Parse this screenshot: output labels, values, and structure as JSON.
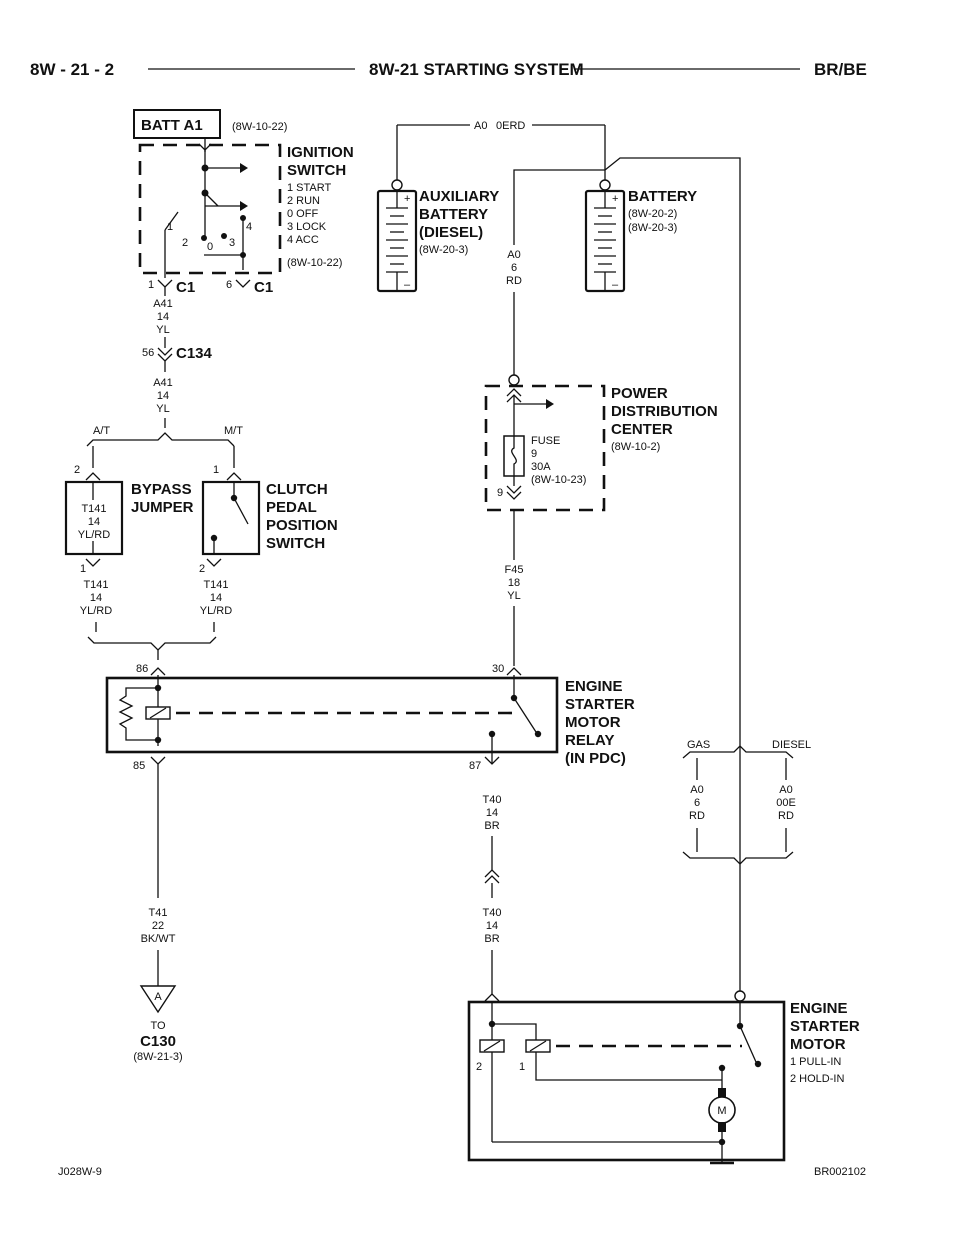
{
  "header": {
    "page_ref": "8W - 21 - 2",
    "title": "8W-21 STARTING SYSTEM",
    "model": "BR/BE"
  },
  "footer": {
    "left_code": "J028W-9",
    "right_code": "BR002102"
  },
  "batt_a1": {
    "label": "BATT A1",
    "ref": "(8W-10-22)"
  },
  "ignition_switch": {
    "title_lines": [
      "IGNITION",
      "SWITCH"
    ],
    "positions": [
      "1 START",
      "2 RUN",
      "0 OFF",
      "3 LOCK",
      "4 ACC"
    ],
    "ref": "(8W-10-22)",
    "pos_labels": [
      "1",
      "2",
      "0",
      "3",
      "4"
    ],
    "conn_left_pin": "1",
    "conn_left": "C1",
    "conn_right_pin": "6",
    "conn_right": "C1"
  },
  "wire_a41_upper": [
    "A41",
    "14",
    "YL"
  ],
  "c134": {
    "pin": "56",
    "name": "C134"
  },
  "wire_a41_lower": [
    "A41",
    "14",
    "YL"
  ],
  "split_at_mt": {
    "left": "A/T",
    "right": "M/T"
  },
  "bypass_jumper": {
    "title_lines": [
      "BYPASS",
      "JUMPER"
    ],
    "top_pin": "2",
    "bottom_pin": "1",
    "inner_wire": [
      "T141",
      "14",
      "YL/RD"
    ]
  },
  "clutch_switch": {
    "title_lines": [
      "CLUTCH",
      "PEDAL",
      "POSITION",
      "SWITCH"
    ],
    "top_pin": "1",
    "bottom_pin": "2"
  },
  "wire_t141_left": [
    "T141",
    "14",
    "YL/RD"
  ],
  "wire_t141_right": [
    "T141",
    "14",
    "YL/RD"
  ],
  "top_wire": [
    "A0",
    "0ERD"
  ],
  "aux_battery": {
    "title_lines": [
      "AUXILIARY",
      "BATTERY",
      "(DIESEL)"
    ],
    "ref": "(8W-20-3)",
    "plus": "+",
    "minus": "–"
  },
  "battery": {
    "title": "BATTERY",
    "refs": [
      "(8W-20-2)",
      "(8W-20-3)"
    ],
    "plus": "+",
    "minus": "–"
  },
  "wire_a0_6rd": [
    "A0",
    "6",
    "RD"
  ],
  "pdc": {
    "title_lines": [
      "POWER",
      "DISTRIBUTION",
      "CENTER"
    ],
    "ref": "(8W-10-2)",
    "fuse_lines": [
      "FUSE",
      "9",
      "30A",
      "(8W-10-23)"
    ],
    "fuse_pin": "9"
  },
  "wire_f45": [
    "F45",
    "18",
    "YL"
  ],
  "relay": {
    "title_lines": [
      "ENGINE",
      "STARTER",
      "MOTOR",
      "RELAY",
      "(IN PDC)"
    ],
    "pin_86": "86",
    "pin_30": "30",
    "pin_85": "85",
    "pin_87": "87"
  },
  "wire_t41": [
    "T41",
    "22",
    "BK/WT"
  ],
  "connector_a": {
    "letter": "A",
    "to": "TO",
    "name": "C130",
    "ref": "(8W-21-3)"
  },
  "wire_t40_upper": [
    "T40",
    "14",
    "BR"
  ],
  "wire_t40_lower": [
    "T40",
    "14",
    "BR"
  ],
  "gas_diesel": {
    "gas": "GAS",
    "diesel": "DIESEL"
  },
  "wire_gas": [
    "A0",
    "6",
    "RD"
  ],
  "wire_diesel": [
    "A0",
    "00E",
    "RD"
  ],
  "starter_motor": {
    "title_lines": [
      "ENGINE",
      "STARTER",
      "MOTOR"
    ],
    "windings": [
      "1 PULL-IN",
      "2 HOLD-IN"
    ],
    "coil_2": "2",
    "coil_1": "1",
    "motor_symbol": "M"
  }
}
